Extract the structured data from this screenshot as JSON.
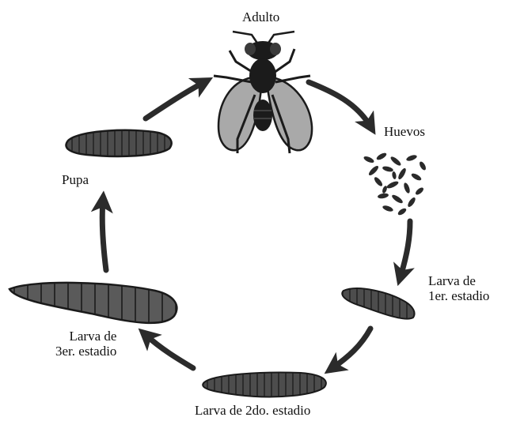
{
  "labels": {
    "adult": "Adulto",
    "eggs": "Huevos",
    "larva1_line1": "Larva de",
    "larva1_line2": "1er. estadio",
    "larva2": "Larva de 2do. estadio",
    "larva3_line1": "Larva de",
    "larva3_line2": "3er. estadio",
    "pupa": "Pupa"
  },
  "colors": {
    "ink": "#1b1b1b",
    "wing": "#a9a9a9",
    "larva_fill": "#4d4d4d",
    "larva_light": "#6e6e6e",
    "arrow": "#2b2b2b"
  },
  "icons": [
    "fly-icon",
    "eggs-icon",
    "larva-icon",
    "pupa-icon",
    "arrow-icon"
  ]
}
